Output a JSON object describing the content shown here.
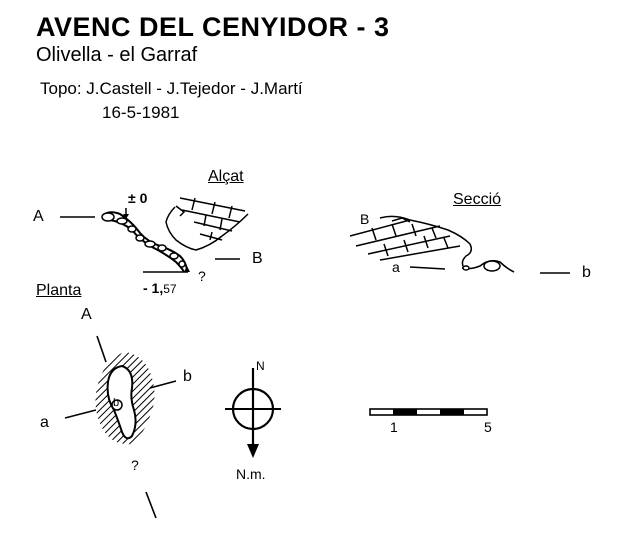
{
  "header": {
    "title": "AVENC DEL CENYIDOR - 3",
    "location": "Olivella - el Garraf",
    "credits": "Topo: J.Castell - J.Tejedor - J.Martí",
    "date": "16-5-1981"
  },
  "alcat": {
    "heading": "Alçat",
    "point_a": "A",
    "point_b": "B",
    "depth_top": "± 0",
    "depth_bottom_prefix": "- 1,",
    "depth_bottom_suffix": "57",
    "unknown_mark": "?"
  },
  "seccio": {
    "heading": "Secció",
    "point_a": "a",
    "point_b": "b",
    "point_upper_b": "B"
  },
  "planta": {
    "heading": "Planta",
    "point_a_upper": "A",
    "point_a": "a",
    "point_b": "b",
    "unknown_mark": "?",
    "shaft_label": "b"
  },
  "north": {
    "label": "N.m.",
    "top_mark": "N"
  },
  "scale": {
    "start_label": "1",
    "end_label": "5"
  }
}
